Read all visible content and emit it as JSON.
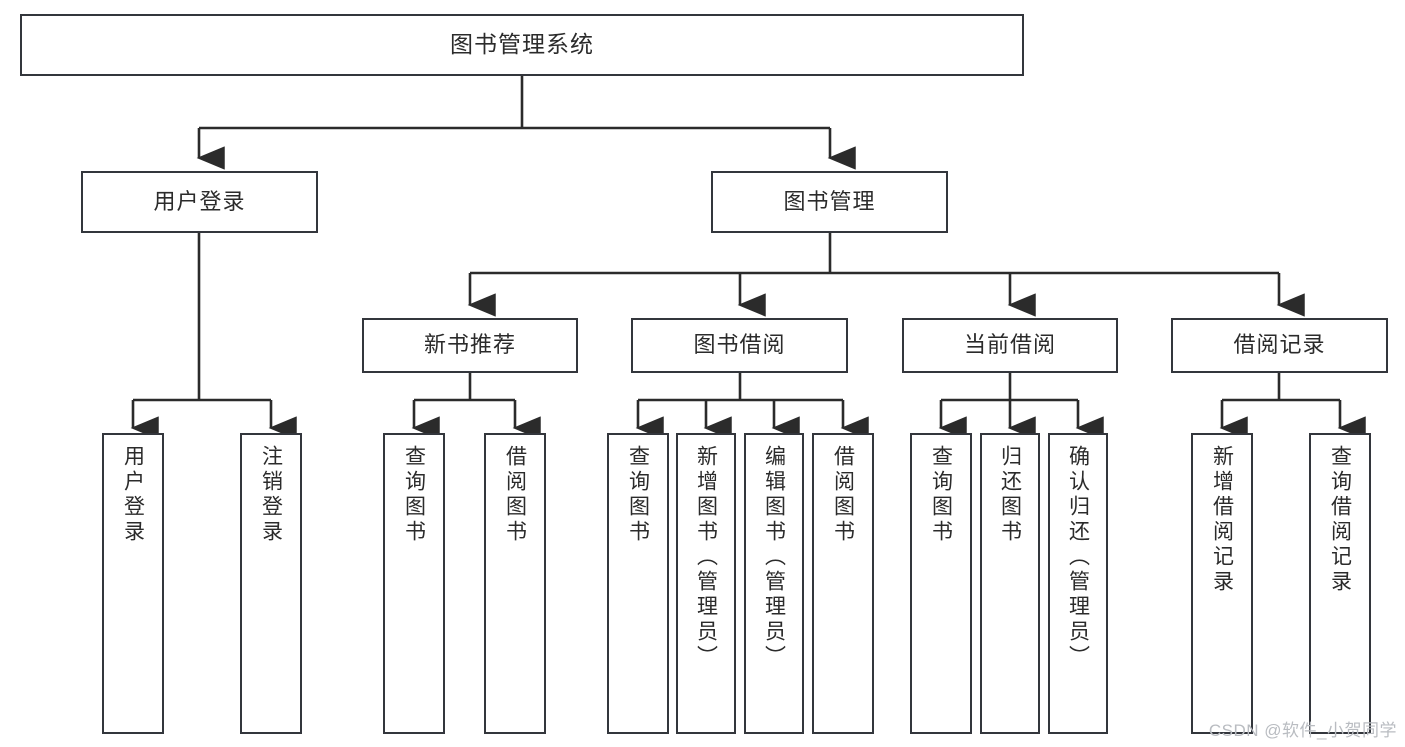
{
  "diagram": {
    "title": "图书管理系统",
    "type": "tree-hierarchy-chart",
    "colors": {
      "box_border": "#33363c",
      "box_fill": "#ffffff",
      "connector": "#2b2b2b",
      "text": "#2b2b2b",
      "watermark": "#b9bcc1",
      "background": "#ffffff"
    },
    "root": {
      "label": "图书管理系统"
    },
    "level2": [
      {
        "label": "用户登录"
      },
      {
        "label": "图书管理"
      }
    ],
    "level3": [
      {
        "label": "新书推荐"
      },
      {
        "label": "图书借阅"
      },
      {
        "label": "当前借阅"
      },
      {
        "label": "借阅记录"
      }
    ],
    "leaves": {
      "user_login": [
        {
          "label": "用户登录"
        },
        {
          "label": "注销登录"
        }
      ],
      "new_book_recommend": [
        {
          "label": "查询图书"
        },
        {
          "label": "借阅图书"
        }
      ],
      "book_borrow": [
        {
          "label": "查询图书"
        },
        {
          "label": "新增图书（管理员）"
        },
        {
          "label": "编辑图书（管理员）"
        },
        {
          "label": "借阅图书"
        }
      ],
      "current_borrow": [
        {
          "label": "查询图书"
        },
        {
          "label": "归还图书"
        },
        {
          "label": "确认归还（管理员）"
        }
      ],
      "borrow_record": [
        {
          "label": "新增借阅记录"
        },
        {
          "label": "查询借阅记录"
        }
      ]
    },
    "watermark": "CSDN @软件_小贺同学"
  }
}
